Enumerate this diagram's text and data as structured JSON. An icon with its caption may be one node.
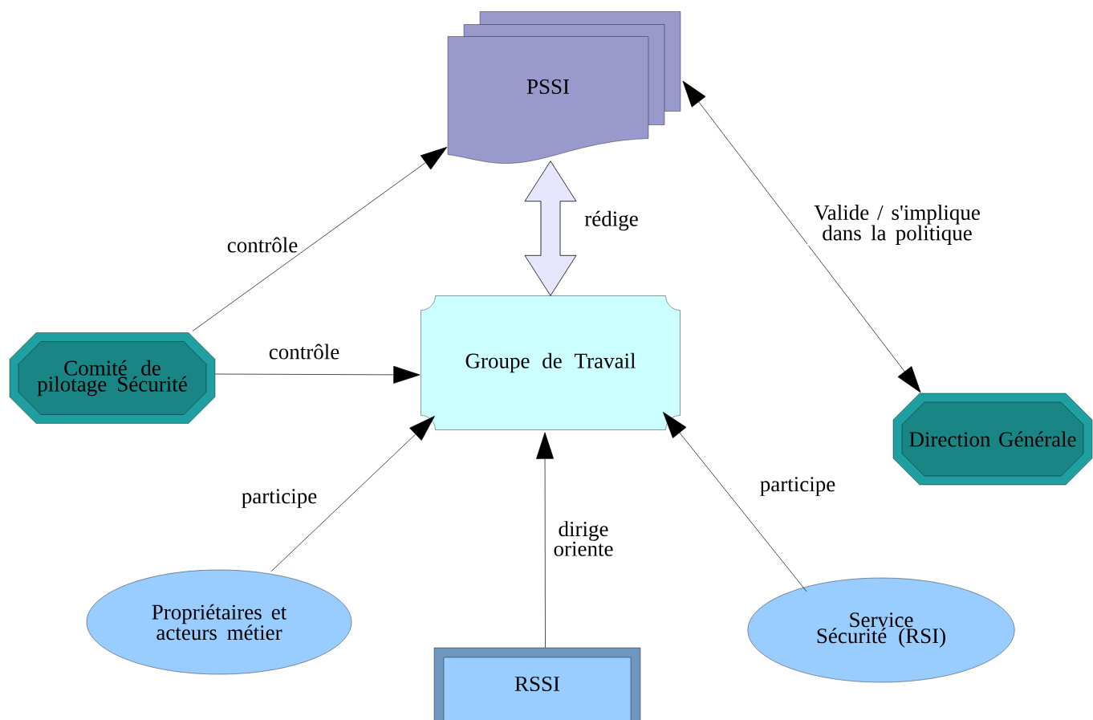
{
  "diagram": {
    "nodes": [
      {
        "text": [
          "PSSI"
        ]
      },
      {
        "text": [
          "Groupe de Travail"
        ]
      },
      {
        "text": [
          "Comité de pilotage Sécurité"
        ]
      },
      {
        "text": [
          "Direction Générale"
        ]
      },
      {
        "text": [
          "Propriétaires et acteurs métier"
        ]
      },
      {
        "text": [
          "RSSI"
        ]
      },
      {
        "text": [
          "Service Sécurité (RSI)"
        ]
      }
    ],
    "edges": [
      {
        "from": 2,
        "to": 0,
        "arrow": "to",
        "label": "contrôle"
      },
      {
        "from": 2,
        "to": 1,
        "arrow": "to",
        "label": "contrôle"
      },
      {
        "from": 1,
        "to": 0,
        "arrow": "both",
        "label": "rédige",
        "style": "thick",
        "color": "#e6e6ff"
      },
      {
        "from": 3,
        "to": 0,
        "arrow": "both",
        "label": "Valide / s'implique dans la politique"
      },
      {
        "from": 4,
        "to": 1,
        "arrow": "to",
        "label": "participe"
      },
      {
        "from": 5,
        "to": 1,
        "arrow": "to",
        "label": "dirige oriente"
      },
      {
        "from": 6,
        "to": 1,
        "arrow": "to",
        "label": "participe"
      }
    ]
  }
}
